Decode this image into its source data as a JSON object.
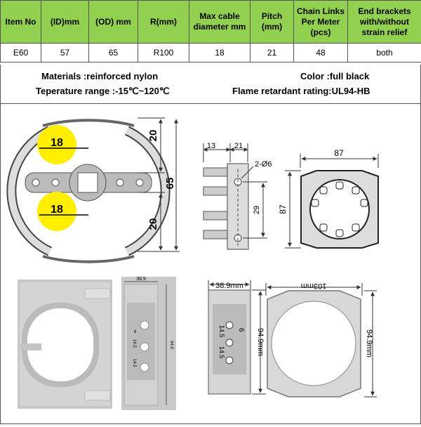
{
  "spec_table": {
    "headers": [
      "Item No",
      "(ID)mm",
      "(OD) mm",
      "R(mm)",
      "Max cable diameter mm",
      "Pitch (mm)",
      "Chain Links Per Meter (pcs)",
      "End brackets with/without strain relief"
    ],
    "row": [
      "E60",
      "57",
      "65",
      "R100",
      "18",
      "21",
      "48",
      "both"
    ]
  },
  "properties": {
    "materials": "Materials :reinforced nylon",
    "temperature": "Teperature range :-15℃~120℃",
    "color": "Color :full black",
    "flame": "Flame retardant rating:UL94-HB"
  },
  "drawings": {
    "fig1": {
      "cable_upper": "18",
      "cable_lower": "18",
      "dim_upper": "20",
      "dim_lower": "20",
      "dim_height": "65"
    },
    "fig2": {
      "dim_width_a": "13",
      "dim_width_b": "21",
      "holes": "2-Ø6",
      "dim_spacing": "29"
    },
    "fig3": {
      "dim_width": "87",
      "dim_height": "87"
    },
    "fig4": {},
    "fig5": {
      "dim_width": "38.9",
      "hole_small": "6",
      "pitch_a": "14.5",
      "pitch_b": "14.5",
      "dim_height": "94.9"
    },
    "fig6": {
      "dim_width": "38.9mm",
      "dim_height": "94.9mm",
      "hole": "6",
      "pitch_a": "14.5",
      "pitch_b": "14.5"
    },
    "fig7": {
      "dim_width": "103mm",
      "dim_height": "94.9mm"
    }
  },
  "colors": {
    "header_bg": "#92d050",
    "circle_fill": "#ffee00",
    "line": "#333333"
  }
}
